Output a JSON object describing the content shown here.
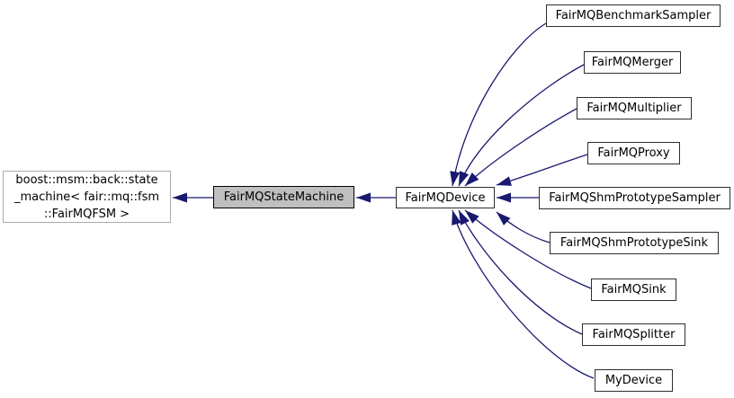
{
  "diagram": {
    "type": "class-inheritance-graph",
    "nodes": {
      "base": {
        "label": "boost::msm::back::state\n_machine< fair::mq::fsm\n::FairMQFSM >"
      },
      "current": {
        "label": "FairMQStateMachine"
      },
      "device": {
        "label": "FairMQDevice"
      },
      "derived": [
        {
          "label": "FairMQBenchmarkSampler"
        },
        {
          "label": "FairMQMerger"
        },
        {
          "label": "FairMQMultiplier"
        },
        {
          "label": "FairMQProxy"
        },
        {
          "label": "FairMQShmPrototypeSampler"
        },
        {
          "label": "FairMQShmPrototypeSink"
        },
        {
          "label": "FairMQSink"
        },
        {
          "label": "FairMQSplitter"
        },
        {
          "label": "MyDevice"
        }
      ]
    },
    "colors": {
      "arrow": "#191970",
      "node_border": "#2e2e2e",
      "current_node_fill": "#bfbfbf",
      "base_node_border": "#ababab",
      "background": "#ffffff",
      "text": "#000000"
    }
  }
}
